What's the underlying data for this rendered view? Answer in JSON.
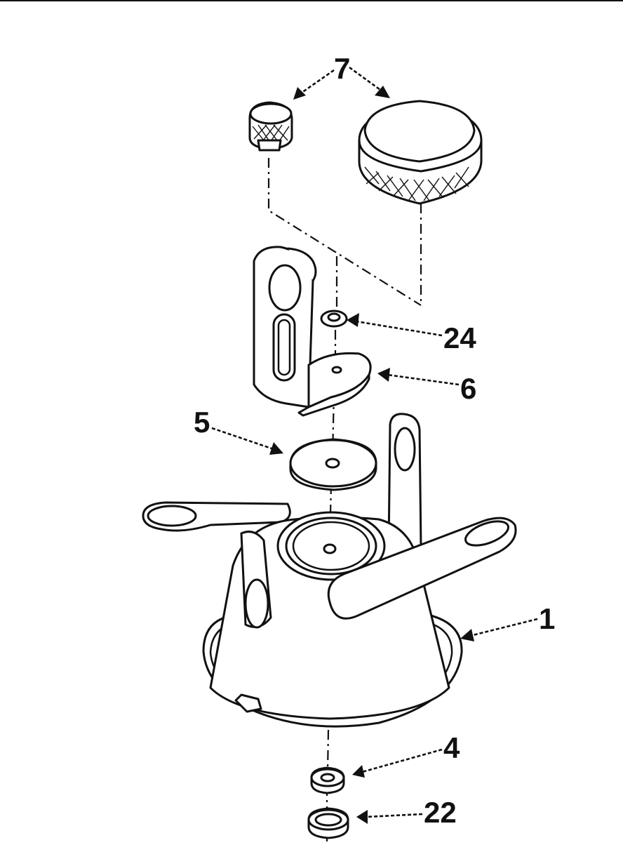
{
  "callouts": {
    "knobs": "7",
    "washer_top": "24",
    "bracket": "6",
    "disc": "5",
    "base": "1",
    "nut": "4",
    "lock_ring": "22"
  }
}
